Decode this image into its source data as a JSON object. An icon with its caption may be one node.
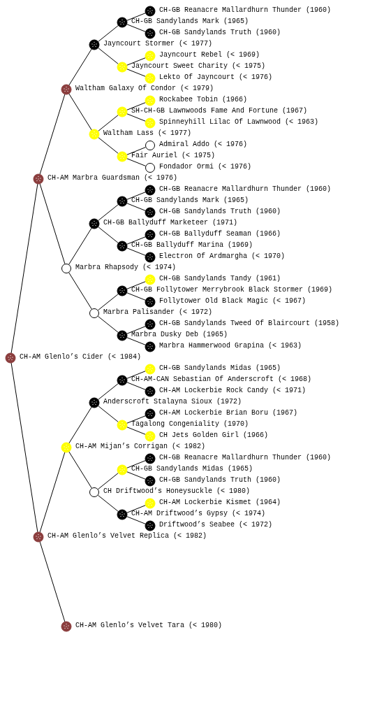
{
  "diagram": {
    "nodes": [
      {
        "text": [
          "CH-GB Reanacre Mallardhurn Thunder (1960)"
        ]
      },
      {
        "text": [
          "CH-GB Sandylands Mark (1965)"
        ]
      },
      {
        "text": [
          "CH-GB Sandylands Truth (1960)"
        ]
      },
      {
        "text": [
          "Jayncourt Stormer (< 1977)"
        ]
      },
      {
        "text": [
          "Jayncourt Rebel (< 1969)"
        ]
      },
      {
        "text": [
          "Jayncourt Sweet Charity (< 1975)"
        ]
      },
      {
        "text": [
          "Lekto Of Jayncourt (< 1976)"
        ]
      },
      {
        "text": [
          "Waltham Galaxy Of Condor (< 1979)"
        ]
      },
      {
        "text": [
          "Rockabee Tobin (1966)"
        ]
      },
      {
        "text": [
          "SH-CH-GB Lawnwoods Fame And Fortune (1967)"
        ]
      },
      {
        "text": [
          "Spinneyhill Lilac Of Lawnwood (< 1963)"
        ]
      },
      {
        "text": [
          "Waltham Lass (< 1977)"
        ]
      },
      {
        "text": [
          "Admiral Addo (< 1976)"
        ]
      },
      {
        "text": [
          "Fair Auriel (< 1975)"
        ]
      },
      {
        "text": [
          "Fondador Ormi (< 1976)"
        ]
      },
      {
        "text": [
          "CH-AM Marbra Guardsman (< 1976)"
        ]
      },
      {
        "text": [
          "CH-GB Reanacre Mallardhurn Thunder (1960)"
        ]
      },
      {
        "text": [
          "CH-GB Sandylands Mark (1965)"
        ]
      },
      {
        "text": [
          "CH-GB Sandylands Truth (1960)"
        ]
      },
      {
        "text": [
          "CH-GB Ballyduff Marketeer (1971)"
        ]
      },
      {
        "text": [
          "CH-GB Ballyduff Seaman (1966)"
        ]
      },
      {
        "text": [
          "CH-GB Ballyduff Marina (1969)"
        ]
      },
      {
        "text": [
          "Electron Of Ardmargha (< 1970)"
        ]
      },
      {
        "text": [
          "Marbra Rhapsody (< 1974)"
        ]
      },
      {
        "text": [
          "CH-GB Sandylands Tandy (1961)"
        ]
      },
      {
        "text": [
          "CH-GB Follytower Merrybrook Black Stormer (1969)"
        ]
      },
      {
        "text": [
          "Follytower Old Black Magic (< 1967)"
        ]
      },
      {
        "text": [
          "Marbra Palisander (< 1972)"
        ]
      },
      {
        "text": [
          "CH-GB Sandylands Tweed Of Blaircourt (1958)"
        ]
      },
      {
        "text": [
          "Marbra Dusky Deb (1965)"
        ]
      },
      {
        "text": [
          "Marbra Hammerwood Grapina (< 1963)"
        ]
      },
      {
        "text": [
          "CH-AM Glenlo’s Cider (< 1984)"
        ]
      },
      {
        "text": [
          "CH-GB Sandylands Midas (1965)"
        ]
      },
      {
        "text": [
          "CH-AM-CAN Sebastian Of Anderscroft (< 1968)"
        ]
      },
      {
        "text": [
          "CH-AM Lockerbie Rock Candy (< 1971)"
        ]
      },
      {
        "text": [
          "Anderscroft Stalayna Sioux (1972)"
        ]
      },
      {
        "text": [
          "CH-AM Lockerbie Brian Boru (1967)"
        ]
      },
      {
        "text": [
          "Tagalong Congeniality (1970)"
        ]
      },
      {
        "text": [
          "CH Jets Golden Girl (1966)"
        ]
      },
      {
        "text": [
          "CH-AM Mijan’s Corrigan (< 1982)"
        ]
      },
      {
        "text": [
          "CH-GB Reanacre Mallardhurn Thunder (1960)"
        ]
      },
      {
        "text": [
          "CH-GB Sandylands Midas (1965)"
        ]
      },
      {
        "text": [
          "CH-GB Sandylands Truth (1960)"
        ]
      },
      {
        "text": [
          "CH Driftwood’s Honeysuckle (< 1980)"
        ]
      },
      {
        "text": [
          "CH-AM Lockerbie Kismet (1964)"
        ]
      },
      {
        "text": [
          "CH-AM Driftwood’s Gypsy (< 1974)"
        ]
      },
      {
        "text": [
          "Driftwood’s Seabee (< 1972)"
        ]
      },
      {
        "text": [
          "CH-AM Glenlo’s Velvet Replica (< 1982)"
        ]
      },
      {
        "text": [
          "CH-AM Glenlo’s Velvet Tara (< 1980)"
        ]
      }
    ],
    "edges": [
      {
        "from": 31,
        "to": 15,
        "arrow": "none"
      },
      {
        "from": 31,
        "to": 47,
        "arrow": "none"
      },
      {
        "from": 15,
        "to": 7,
        "arrow": "none"
      },
      {
        "from": 15,
        "to": 23,
        "arrow": "none"
      },
      {
        "from": 7,
        "to": 3,
        "arrow": "none"
      },
      {
        "from": 7,
        "to": 11,
        "arrow": "none"
      },
      {
        "from": 3,
        "to": 1,
        "arrow": "none"
      },
      {
        "from": 3,
        "to": 5,
        "arrow": "none"
      },
      {
        "from": 1,
        "to": 0,
        "arrow": "none"
      },
      {
        "from": 1,
        "to": 2,
        "arrow": "none"
      },
      {
        "from": 5,
        "to": 4,
        "arrow": "none"
      },
      {
        "from": 5,
        "to": 6,
        "arrow": "none"
      },
      {
        "from": 11,
        "to": 9,
        "arrow": "none"
      },
      {
        "from": 11,
        "to": 13,
        "arrow": "none"
      },
      {
        "from": 9,
        "to": 8,
        "arrow": "none"
      },
      {
        "from": 9,
        "to": 10,
        "arrow": "none"
      },
      {
        "from": 13,
        "to": 12,
        "arrow": "none"
      },
      {
        "from": 13,
        "to": 14,
        "arrow": "none"
      },
      {
        "from": 23,
        "to": 19,
        "arrow": "none"
      },
      {
        "from": 23,
        "to": 27,
        "arrow": "none"
      },
      {
        "from": 19,
        "to": 17,
        "arrow": "none"
      },
      {
        "from": 19,
        "to": 21,
        "arrow": "none"
      },
      {
        "from": 17,
        "to": 16,
        "arrow": "none"
      },
      {
        "from": 17,
        "to": 18,
        "arrow": "none"
      },
      {
        "from": 21,
        "to": 20,
        "arrow": "none"
      },
      {
        "from": 21,
        "to": 22,
        "arrow": "none"
      },
      {
        "from": 27,
        "to": 25,
        "arrow": "none"
      },
      {
        "from": 27,
        "to": 29,
        "arrow": "none"
      },
      {
        "from": 25,
        "to": 24,
        "arrow": "none"
      },
      {
        "from": 25,
        "to": 26,
        "arrow": "none"
      },
      {
        "from": 29,
        "to": 28,
        "arrow": "none"
      },
      {
        "from": 29,
        "to": 30,
        "arrow": "none"
      },
      {
        "from": 47,
        "to": 39,
        "arrow": "none"
      },
      {
        "from": 47,
        "to": 48,
        "arrow": "none"
      },
      {
        "from": 39,
        "to": 35,
        "arrow": "none"
      },
      {
        "from": 39,
        "to": 43,
        "arrow": "none"
      },
      {
        "from": 35,
        "to": 33,
        "arrow": "none"
      },
      {
        "from": 35,
        "to": 37,
        "arrow": "none"
      },
      {
        "from": 33,
        "to": 32,
        "arrow": "none"
      },
      {
        "from": 33,
        "to": 34,
        "arrow": "none"
      },
      {
        "from": 37,
        "to": 36,
        "arrow": "none"
      },
      {
        "from": 37,
        "to": 38,
        "arrow": "none"
      },
      {
        "from": 43,
        "to": 41,
        "arrow": "none"
      },
      {
        "from": 43,
        "to": 45,
        "arrow": "none"
      },
      {
        "from": 41,
        "to": 40,
        "arrow": "none"
      },
      {
        "from": 41,
        "to": 42,
        "arrow": "none"
      },
      {
        "from": 45,
        "to": 44,
        "arrow": "none"
      },
      {
        "from": 45,
        "to": 46,
        "arrow": "none"
      }
    ]
  }
}
